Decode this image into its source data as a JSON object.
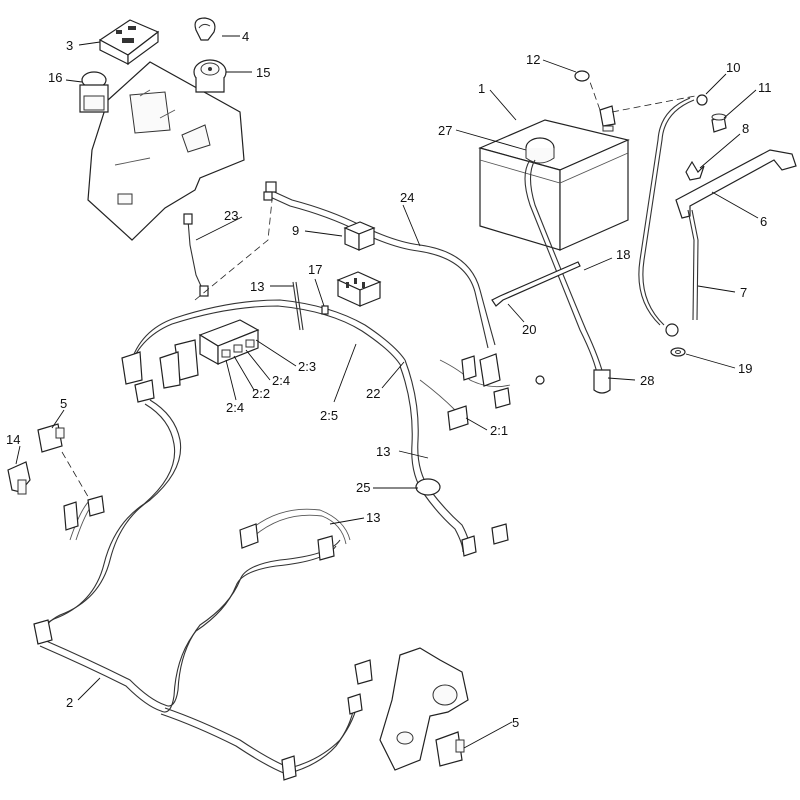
{
  "callouts": [
    {
      "id": "c1",
      "text": "1"
    },
    {
      "id": "c2",
      "text": "2"
    },
    {
      "id": "c3",
      "text": "3"
    },
    {
      "id": "c4",
      "text": "4"
    },
    {
      "id": "c5a",
      "text": "5"
    },
    {
      "id": "c5b",
      "text": "5"
    },
    {
      "id": "c6",
      "text": "6"
    },
    {
      "id": "c7",
      "text": "7"
    },
    {
      "id": "c8",
      "text": "8"
    },
    {
      "id": "c9",
      "text": "9"
    },
    {
      "id": "c10",
      "text": "10"
    },
    {
      "id": "c11",
      "text": "11"
    },
    {
      "id": "c12",
      "text": "12"
    },
    {
      "id": "c13a",
      "text": "13"
    },
    {
      "id": "c13b",
      "text": "13"
    },
    {
      "id": "c13c",
      "text": "13"
    },
    {
      "id": "c14",
      "text": "14"
    },
    {
      "id": "c15",
      "text": "15"
    },
    {
      "id": "c16",
      "text": "16"
    },
    {
      "id": "c17",
      "text": "17"
    },
    {
      "id": "c18",
      "text": "18"
    },
    {
      "id": "c19",
      "text": "19"
    },
    {
      "id": "c20",
      "text": "20"
    },
    {
      "id": "c21",
      "text": "2:1"
    },
    {
      "id": "c22",
      "text": "22"
    },
    {
      "id": "c23",
      "text": "23"
    },
    {
      "id": "c24",
      "text": "24"
    },
    {
      "id": "c25",
      "text": "25"
    },
    {
      "id": "c27",
      "text": "27"
    },
    {
      "id": "c28",
      "text": "28"
    },
    {
      "id": "c2_2",
      "text": "2:2"
    },
    {
      "id": "c2_3",
      "text": "2:3"
    },
    {
      "id": "c2_4a",
      "text": "2:4"
    },
    {
      "id": "c2_4b",
      "text": "2:4"
    },
    {
      "id": "c2_5",
      "text": "2:5"
    }
  ]
}
